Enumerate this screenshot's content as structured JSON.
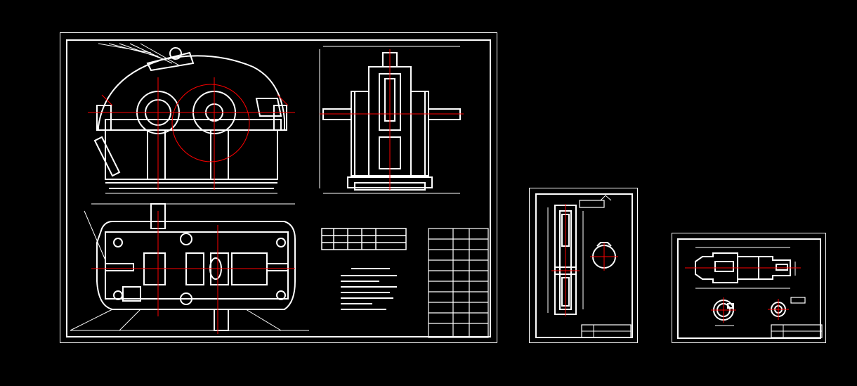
{
  "canvas": {
    "background": "#000000",
    "line_color": "#ffffff",
    "centerline_color": "#ff0000"
  },
  "sheets": [
    {
      "id": "assembly",
      "kind": "gear-reducer-assembly-drawing"
    },
    {
      "id": "gear",
      "kind": "gear-part-drawing"
    },
    {
      "id": "shaft",
      "kind": "shaft-part-drawing"
    }
  ],
  "icons": [
    "crosshair-icon",
    "section-arrow-icon"
  ]
}
